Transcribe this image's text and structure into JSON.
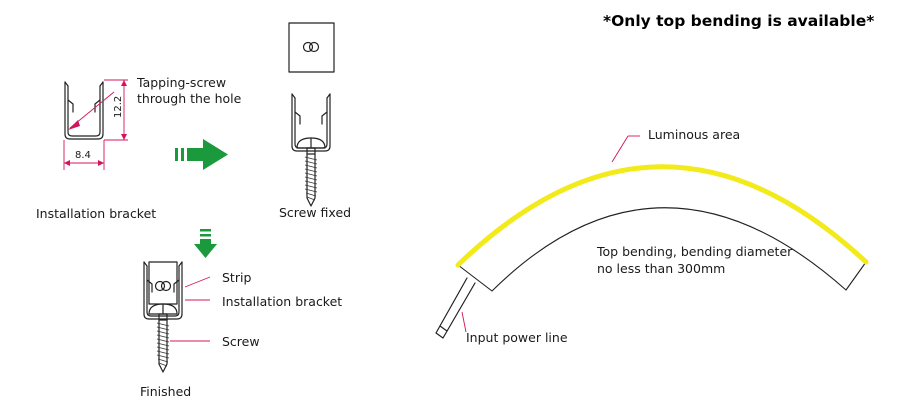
{
  "header": {
    "note": "*Only top bending  is available*"
  },
  "bracket_panel": {
    "dim_width": "8.4",
    "dim_height": "12.2",
    "tapping_line1": "Tapping-screw",
    "tapping_line2": "through the hole",
    "caption": "Installation bracket"
  },
  "screw_panel": {
    "caption": "Screw fixed"
  },
  "finished_panel": {
    "strip_label": "Strip",
    "bracket_label": "Installation bracket",
    "screw_label": "Screw",
    "caption": "Finished"
  },
  "bend_panel": {
    "luminous_label": "Luminous area",
    "bend_line1": "Top bending, bending diameter",
    "bend_line2": "no less than 300mm",
    "power_label": "Input power line"
  },
  "colors": {
    "dimension": "#d4145a",
    "arrow": "#1a9a3c",
    "luminous": "#f2ea1a",
    "leader_red": "#d4145a"
  },
  "icons": [
    "screw-icon",
    "bracket-icon",
    "arrow-right-icon",
    "arrow-down-icon"
  ]
}
